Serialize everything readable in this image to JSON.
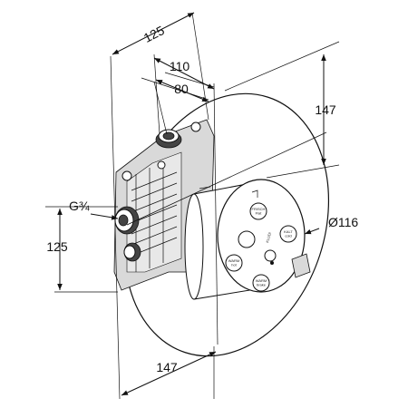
{
  "dimensions": {
    "top_width": "125",
    "depth_outer": "110",
    "depth_inner": "80",
    "right_height": "147",
    "left_height": "125",
    "bottom_width": "147",
    "thread": "G¾",
    "diameter": "Ø116"
  },
  "cap_labels": {
    "top": "FRISCH\nFlat",
    "left": "WARM\nhot",
    "right": "KALT\ncold",
    "bottom": "WARM\nbrake",
    "brand": "KLUDI"
  }
}
